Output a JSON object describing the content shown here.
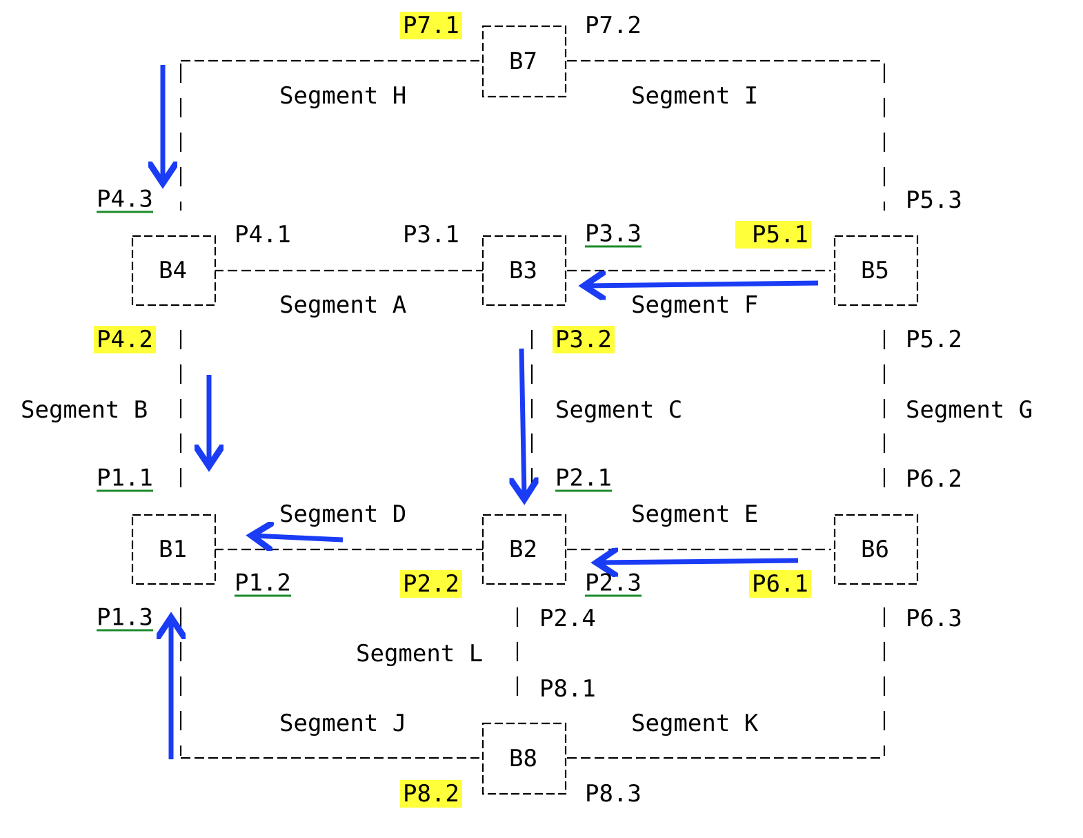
{
  "diagram": {
    "ascii_lines": [
      "                    +----+",
      "     .--------------| B7 |---------------.",
      "     |              +----+               |",
      "     |                                   |",
      "     |                                   |",
      "     |                                   |",
      "   +----+                              +----+",
      "   | B4 |--------------| B3 |-------------| B5 |",
      "   +----+              +----+          +----+",
      "     |                  |                 |",
      "     |                  |                 |",
      "     |                  |                 |",
      "     |                  |                 |",
      "     |                  |                 |",
      "   +----+              +----+          +----+",
      "   | B1 |--------------| B2 |-------------| B6 |",
      "   +----+              +----+          +----+",
      "     |                 |                  |",
      "     |                 |                  |",
      "     |                 |                  |",
      "     |              +----+                |",
      "     '--------------| B8 |----------------'",
      "                    +----+"
    ],
    "segments": {
      "A": "Segment A",
      "B": "Segment B",
      "C": "Segment C",
      "D": "Segment D",
      "E": "Segment E",
      "F": "Segment F",
      "G": "Segment G",
      "H": "Segment H",
      "I": "Segment I",
      "J": "Segment J",
      "K": "Segment K",
      "L": "Segment L"
    },
    "points": {
      "p7_1": "P7.1",
      "p7_2": "P7.2",
      "p4_3": "P4.3",
      "p5_3": "P5.3",
      "p4_1": "P4.1",
      "p3_1": "P3.1",
      "p3_3": "P3.3",
      "p5_1": "P5.1",
      "p4_2": "P4.2",
      "p3_2": "P3.2",
      "p5_2": "P5.2",
      "p1_1": "P1.1",
      "p2_1": "P2.1",
      "p6_2": "P6.2",
      "p1_2": "P1.2",
      "p2_2": "P2.2",
      "p2_3": "P2.3",
      "p6_1": "P6.1",
      "p1_3": "P1.3",
      "p2_4": "P2.4",
      "p6_3": "P6.3",
      "p8_1": "P8.1",
      "p8_2": "P8.2",
      "p8_3": "P8.3"
    },
    "boxes": {
      "b1": "B1",
      "b2": "B2",
      "b3": "B3",
      "b4": "B4",
      "b5": "B5",
      "b6": "B6",
      "b7": "B7",
      "b8": "B8"
    },
    "colors": {
      "highlight": "#ffff3a",
      "underline": "#1b8a2b",
      "arrow": "#1a3cf5"
    }
  }
}
